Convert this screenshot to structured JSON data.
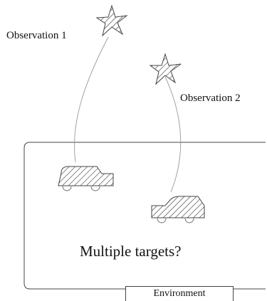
{
  "labels": {
    "observation_1": "Observation 1",
    "observation_2": "Observation 2",
    "question": "Multiple targets?",
    "environment": "Environment"
  },
  "icons": {
    "star": "hatched-star-icon",
    "car": "hatched-car-icon"
  },
  "colors": {
    "line": "#444444",
    "trajectory": "#9a9a9a",
    "hatch": "#333333",
    "background": "#ffffff"
  }
}
